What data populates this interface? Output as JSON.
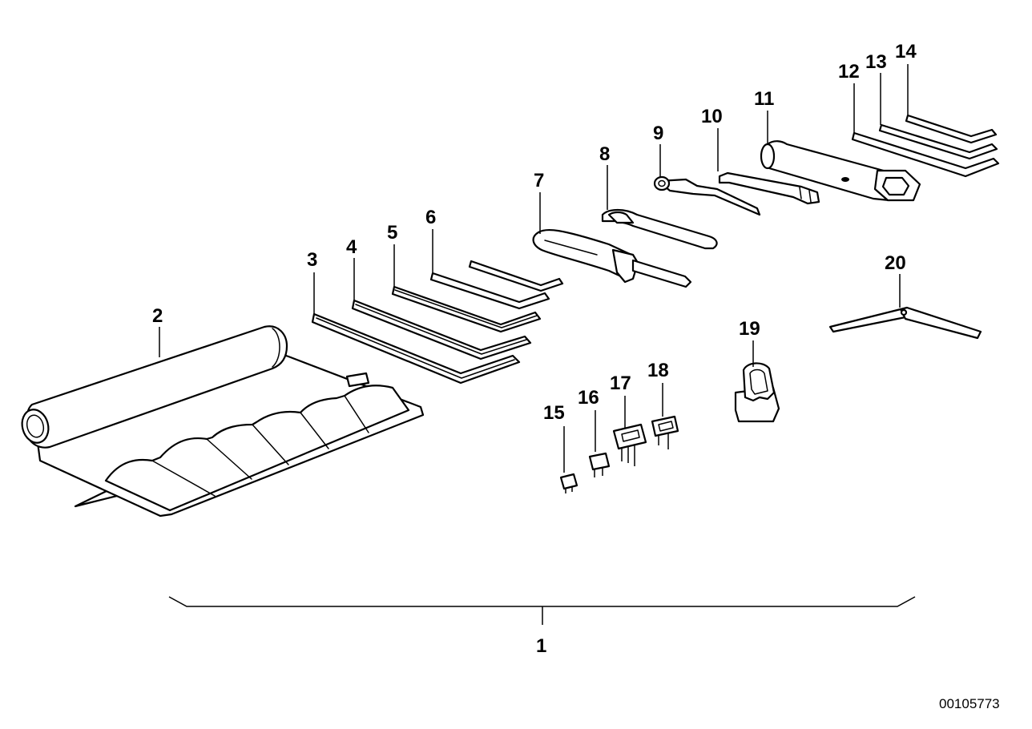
{
  "diagram": {
    "drawing_id": "00105773",
    "line_color": "#000000",
    "background": "#ffffff",
    "callouts": [
      {
        "id": "p1",
        "label": "1",
        "part": "tool-kit-assembly"
      },
      {
        "id": "p2",
        "label": "2",
        "part": "tool-roll-bag"
      },
      {
        "id": "p3",
        "label": "3",
        "part": "hex-key"
      },
      {
        "id": "p4",
        "label": "4",
        "part": "hex-key"
      },
      {
        "id": "p5",
        "label": "5",
        "part": "hex-key"
      },
      {
        "id": "p6",
        "label": "6",
        "part": "hex-key"
      },
      {
        "id": "p7",
        "label": "7",
        "part": "screwdriver"
      },
      {
        "id": "p8",
        "label": "8",
        "part": "hook-spanner"
      },
      {
        "id": "p9",
        "label": "9",
        "part": "socket-wrench"
      },
      {
        "id": "p10",
        "label": "10",
        "part": "extension-bar"
      },
      {
        "id": "p11",
        "label": "11",
        "part": "box-wrench"
      },
      {
        "id": "p12",
        "label": "12",
        "part": "hex-key"
      },
      {
        "id": "p13",
        "label": "13",
        "part": "hex-key"
      },
      {
        "id": "p14",
        "label": "14",
        "part": "hex-key"
      },
      {
        "id": "p15",
        "label": "15",
        "part": "fuse"
      },
      {
        "id": "p16",
        "label": "16",
        "part": "fuse"
      },
      {
        "id": "p17",
        "label": "17",
        "part": "fuse"
      },
      {
        "id": "p18",
        "label": "18",
        "part": "fuse"
      },
      {
        "id": "p19",
        "label": "19",
        "part": "fuse-puller"
      },
      {
        "id": "p20",
        "label": "20",
        "part": "folding-wrench"
      }
    ]
  }
}
